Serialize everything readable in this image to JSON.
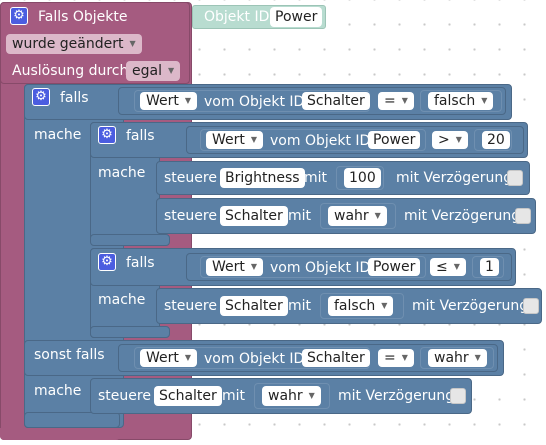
{
  "event": {
    "title": "Falls Objekte",
    "object_label": "Objekt ID",
    "object_value": "Power",
    "trigger": "wurde geändert",
    "ausloesung_label": "Auslösung durch",
    "ausloesung_value": "egal"
  },
  "outer_if": {
    "falls_label": "falls",
    "mache_label": "mache",
    "sonst_falls_label": "sonst falls",
    "cond1": {
      "wert": "Wert",
      "vom": "vom Objekt ID",
      "object": "Schalter",
      "op": "=",
      "value": "falsch"
    },
    "cond2": {
      "wert": "Wert",
      "vom": "vom Objekt ID",
      "object": "Schalter",
      "op": "=",
      "value": "wahr"
    }
  },
  "inner_if1": {
    "falls_label": "falls",
    "mache_label": "mache",
    "cond": {
      "wert": "Wert",
      "vom": "vom Objekt ID",
      "object": "Power",
      "op": ">",
      "value": "20"
    },
    "set1": {
      "steuere": "steuere",
      "target": "Brightness",
      "mit": "mit",
      "value": "100",
      "delay": "mit Verzögerung"
    },
    "set2": {
      "steuere": "steuere",
      "target": "Schalter",
      "mit": "mit",
      "value": "wahr",
      "delay": "mit Verzögerung"
    }
  },
  "inner_if2": {
    "falls_label": "falls",
    "mache_label": "mache",
    "cond": {
      "wert": "Wert",
      "vom": "vom Objekt ID",
      "object": "Power",
      "op": "≤",
      "value": "1"
    },
    "set1": {
      "steuere": "steuere",
      "target": "Schalter",
      "mit": "mit",
      "value": "falsch",
      "delay": "mit Verzögerung"
    }
  },
  "else_set": {
    "steuere": "steuere",
    "target": "Schalter",
    "mit": "mit",
    "value": "wahr",
    "delay": "mit Verzögerung"
  },
  "colors": {
    "event": "#a55b80",
    "logic": "#5b80a5",
    "value": "#b8dcd0",
    "gear": "#4b5de0"
  }
}
